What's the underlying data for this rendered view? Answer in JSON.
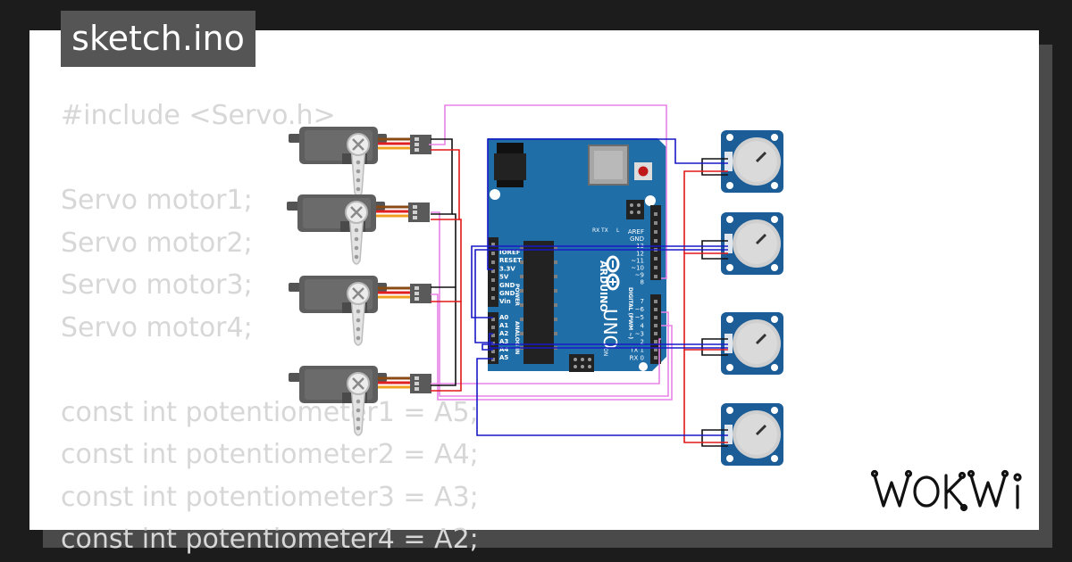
{
  "tab": {
    "filename": "sketch.ino"
  },
  "code": {
    "lines": [
      "#include <Servo.h>",
      "",
      "Servo motor1;",
      "Servo motor2;",
      "Servo motor3;",
      "Servo motor4;",
      "",
      "const int potentiometer1 = A5;",
      "const int potentiometer2 = A4;",
      "const int potentiometer3 = A3;",
      "const int potentiometer4 = A2;"
    ]
  },
  "board": {
    "brand": "ARDUINO",
    "model": "UNO",
    "power_header": [
      "IOREF",
      "RESET",
      "3.3V",
      "5V",
      "GND",
      "GND",
      "Vin"
    ],
    "power_label": "POWER",
    "analog_header": [
      "A0",
      "A1",
      "A2",
      "A3",
      "A4",
      "A5"
    ],
    "analog_label": "ANALOG IN",
    "digital_top": [
      "AREF",
      "GND",
      "13",
      "12",
      "~11",
      "~10",
      "~9",
      "8"
    ],
    "digital_bottom": [
      "7",
      "~6",
      "~5",
      "4",
      "~3",
      "2",
      "TX 1",
      "RX 0"
    ],
    "digital_label": "DIGITAL (PWM ~)",
    "led_labels": [
      "TX",
      "RX",
      "L"
    ],
    "on_label": "ON"
  },
  "logo": {
    "text": "WOKWI"
  },
  "colors": {
    "background": "#1c1c1c",
    "card": "#ffffff",
    "tab": "#555555",
    "code_text": "#d7d7d7",
    "board": "#1f6ea8",
    "wire_pink": "#e882e6",
    "wire_blue": "#1818c8",
    "wire_red": "#e01818",
    "wire_black": "#111111",
    "pot_board": "#1c5d97",
    "servo_body": "#5c5c5c"
  }
}
